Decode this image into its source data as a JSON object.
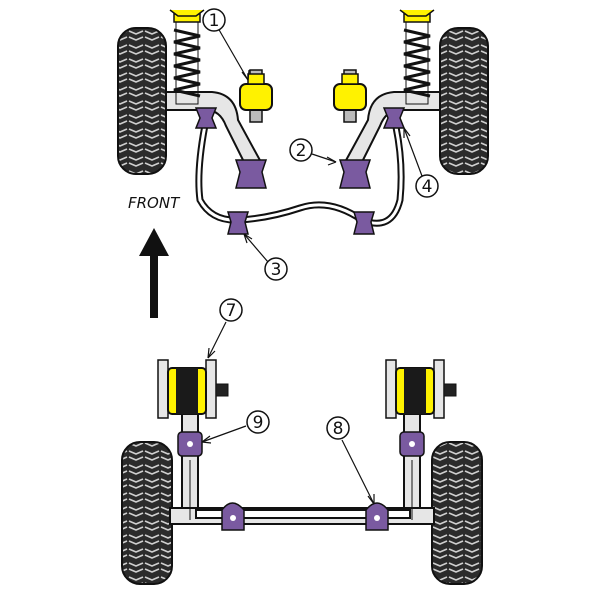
{
  "labels": {
    "front": "FRONT",
    "callouts": [
      "1",
      "2",
      "3",
      "4",
      "7",
      "8",
      "9"
    ]
  },
  "colors": {
    "bush_purple": "#7a5aa0",
    "bush_yellow": "#fff200",
    "tyre_dark": "#2b2b2b",
    "frame_light": "#e6e6e6",
    "outline": "#111111"
  }
}
